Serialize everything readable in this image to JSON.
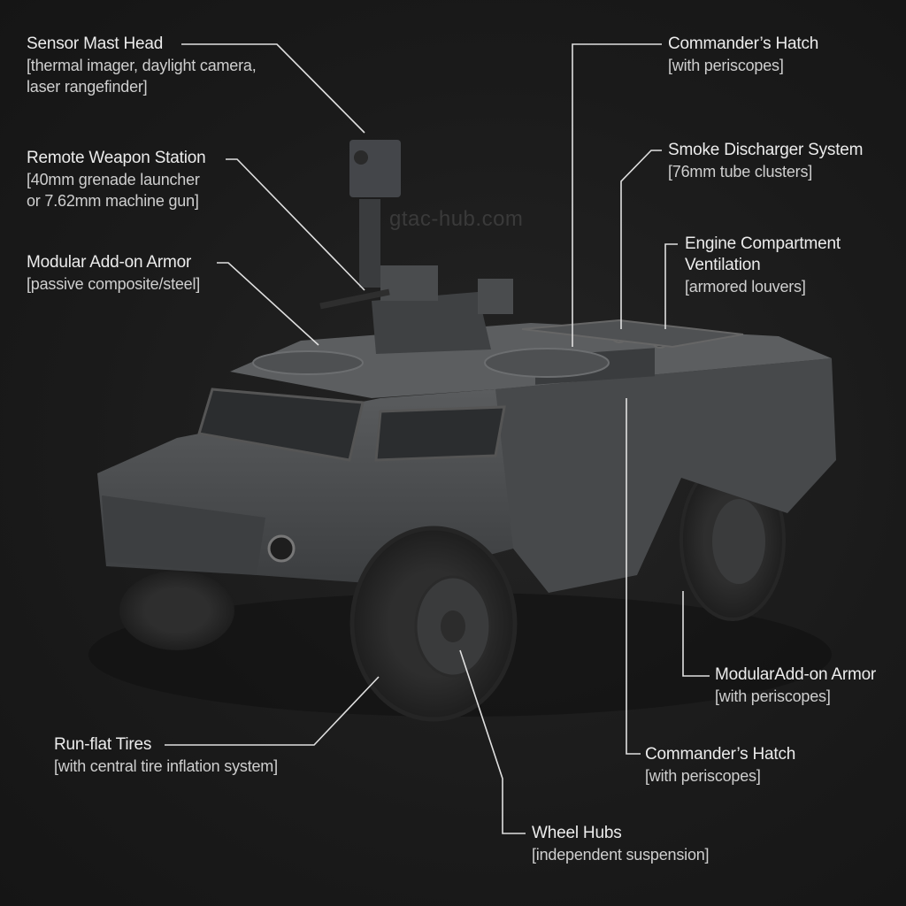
{
  "watermark": "gtac-hub.com",
  "colors": {
    "background": "#1b1b1b",
    "text": "#ececec",
    "leader_line": "#e0e0e0",
    "vehicle_body": "#4a4c4e"
  },
  "labels": [
    {
      "id": "sensor-mast-head",
      "title": "Sensor Mast Head",
      "sub": [
        "[thermal imager, daylight camera,",
        "laser rangefinder]"
      ]
    },
    {
      "id": "remote-weapon-station",
      "title": "Remote Weapon Station",
      "sub": [
        "[40mm grenade launcher",
        "or 7.62mm machine gun]"
      ]
    },
    {
      "id": "modular-armor-left",
      "title": "Modular Add-on Armor",
      "sub": [
        "[passive composite/steel]"
      ]
    },
    {
      "id": "commanders-hatch-top",
      "title": "Commander’s Hatch",
      "sub": [
        "[with periscopes]"
      ]
    },
    {
      "id": "smoke-discharger",
      "title": "Smoke Discharger System",
      "sub": [
        "[76mm tube clusters]"
      ]
    },
    {
      "id": "engine-ventilation",
      "title": "Engine Compartment",
      "title2": "Ventilation",
      "sub": [
        "[armored louvers]"
      ]
    },
    {
      "id": "modular-armor-right",
      "title": "ModularAdd-on Armor",
      "sub": [
        "[with periscopes]"
      ]
    },
    {
      "id": "commanders-hatch-bottom",
      "title": "Commander’s Hatch",
      "sub": [
        "[with periscopes]"
      ]
    },
    {
      "id": "wheel-hubs",
      "title": "Wheel Hubs",
      "sub": [
        "[independent suspension]"
      ]
    },
    {
      "id": "run-flat-tires",
      "title": "Run-flat Tires",
      "sub": [
        "[with central tire inflation system]"
      ]
    }
  ]
}
